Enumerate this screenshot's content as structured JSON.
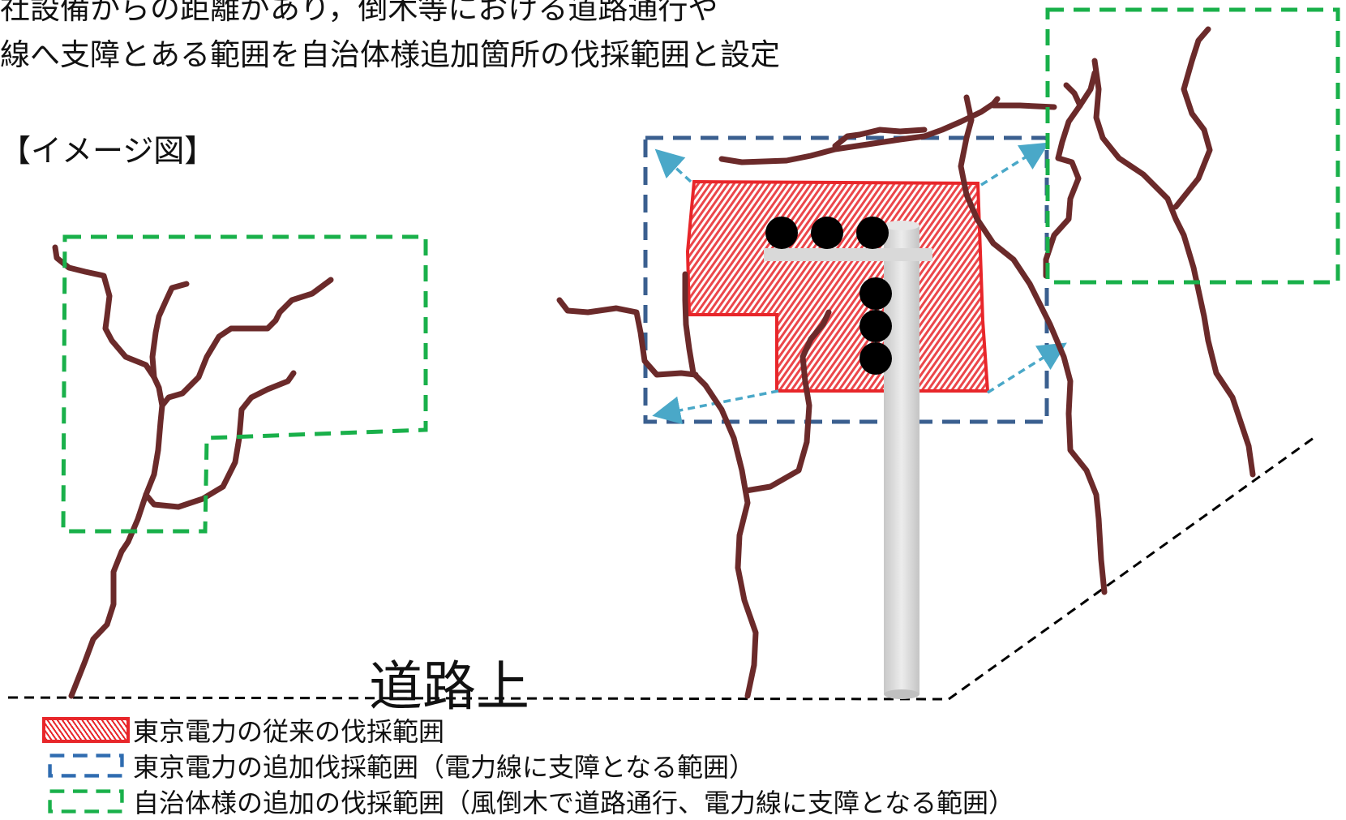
{
  "header": {
    "line1": "社設備からの距離があり，倒木等における道路通行や",
    "line2": "線へ支障とある範囲を自治体様追加箇所の伐採範囲と設定"
  },
  "image_label": "【イメージ図】",
  "road_label": "道路上",
  "legend": {
    "items": [
      {
        "label": "東京電力の従来の伐採範囲",
        "style": "red-hatched",
        "color": "#e8262a"
      },
      {
        "label": "東京電力の追加伐採範囲（電力線に支障となる範囲）",
        "style": "dashed",
        "color": "#2f6cb0"
      },
      {
        "label": "自治体様の追加の伐採範囲（風倒木で道路通行、電力線に支障となる範囲）",
        "style": "dashed",
        "color": "#19b04a"
      }
    ]
  },
  "colors": {
    "tree": "#6b2a2a",
    "conventional_area": "#e8262a",
    "tepco_additional_area": "#3a5f8f",
    "municipality_area": "#19b04a",
    "arrow": "#4aa8c8",
    "pole": "#d6d6d6",
    "insulator": "#000000",
    "road_line": "#000000"
  }
}
